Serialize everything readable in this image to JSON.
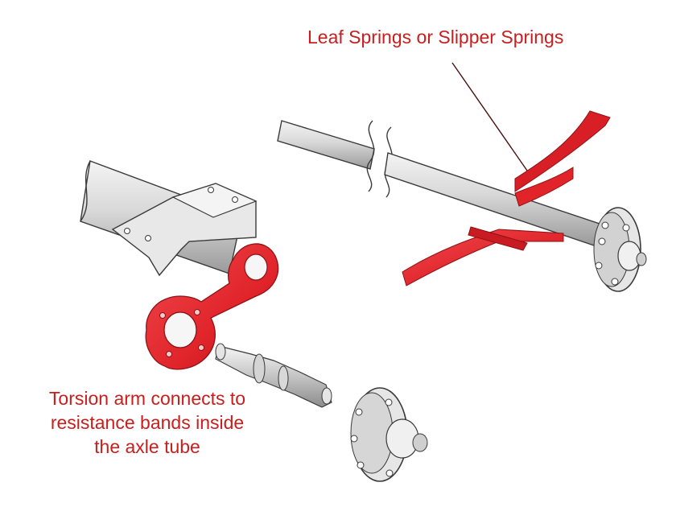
{
  "callouts": {
    "leaf_springs": "Leaf Springs or Slipper Springs",
    "torsion_arm": [
      "Torsion arm connects to",
      "resistance bands inside",
      "the axle tube"
    ]
  },
  "colors": {
    "label_red": "#c81e1e",
    "part_red": "#e0242a",
    "part_red_dark": "#a8161b",
    "steel_light": "#eeeeee",
    "steel_mid": "#c9c9c9",
    "outline": "#3a3a3a"
  }
}
